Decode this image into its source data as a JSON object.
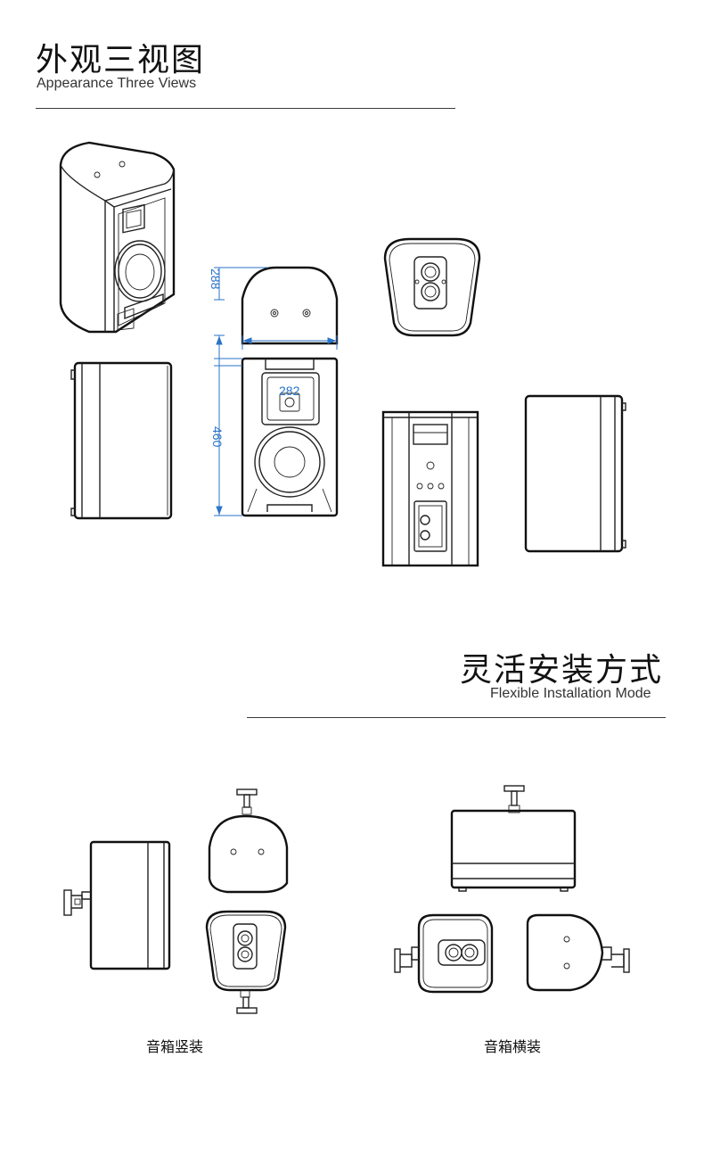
{
  "section1": {
    "title_cn": "外观三视图",
    "title_en": "Appearance Three Views"
  },
  "dimensions": {
    "depth": "288",
    "width": "282",
    "height": "460"
  },
  "section2": {
    "title_cn": "灵活安装方式",
    "title_en": "Flexible Installation Mode"
  },
  "captions": {
    "vertical": "音箱竖装",
    "horizontal": "音箱横装"
  },
  "colors": {
    "dimension": "#2a73c8",
    "line": "#222222"
  }
}
